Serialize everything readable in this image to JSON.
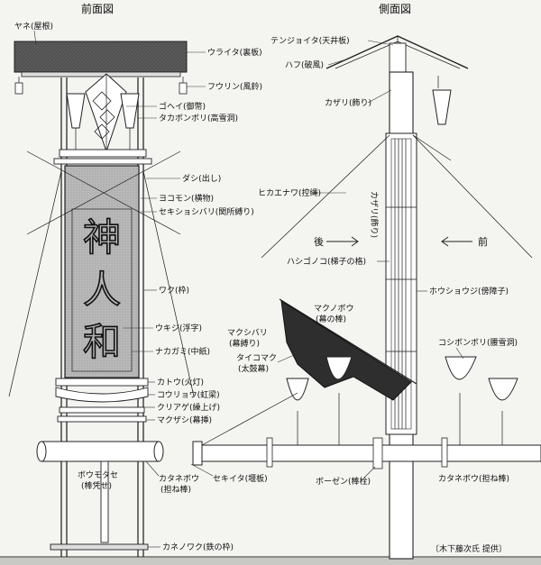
{
  "titles": {
    "front": "前面図",
    "side": "側面図"
  },
  "banner_text": [
    "神",
    "人",
    "和"
  ],
  "front_labels": {
    "yane": "ヤネ(屋根)",
    "uraita": "ウライタ(裏板)",
    "fuurin": "フウリン(風鈴)",
    "gohei": "ゴヘイ(御幣)",
    "takabonbori": "タカボンボリ(高雪洞)",
    "dashi": "ダシ(出し)",
    "yokomon": "ヨコモン(横物)",
    "sekisho": "セキショシバリ(関所縛り)",
    "waku": "ワク(枠)",
    "ukiji": "ウキジ(浮字)",
    "nakagami": "ナカガミ(中紙)",
    "katou": "カトウ(火灯)",
    "kouryou": "コウリョウ(虹梁)",
    "kuriage": "クリアゲ(繰上げ)",
    "makuzashi": "マクザシ(幕挿)",
    "boumotase": "ボウモタセ",
    "boumotase_sub": "(棒凭せ)",
    "katanebou": "カタネボウ",
    "katanebou_sub": "(担ね棒)",
    "sekiita": "セキイタ(堰板)",
    "kanenowaku": "カネノワク(鉄の枠)"
  },
  "side_labels": {
    "tenjouita": "テンジョイタ(天井板)",
    "hafu": "ハフ(破風)",
    "kazari": "カザリ(飾り)",
    "hikaenawa": "ヒカエナワ(控縄)",
    "kazari_vertical": "カザリ(飾り)",
    "ushiro": "後",
    "mae": "前",
    "hashigonoko": "ハシゴノコ(梯子の格)",
    "houshouji": "ホウショウジ(傍障子)",
    "makunobou": "マクノボウ",
    "makunobou_sub": "(幕の棒)",
    "makushibari": "マクシバリ",
    "makushibari_sub": "(幕縛り)",
    "taikomaku": "タイコマク",
    "taikomaku_sub": "(太鼓幕)",
    "koshibonbori": "コシボンボリ(腰雪洞)",
    "katanebou_side": "カタネボウ(担ね棒)",
    "bouzen": "ボーゼン(棒栓)"
  },
  "credit": "〔木下藤次氏 提供〕"
}
